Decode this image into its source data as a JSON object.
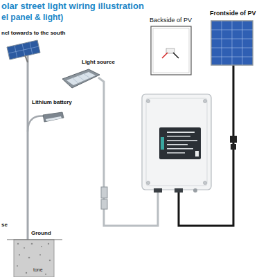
{
  "diagram": {
    "title": "olar street light wiring illustration",
    "labels": [
      "el panel & light)",
      "Backside of PV",
      "Frontside of PV",
      "nel towards to the south",
      "Light source",
      "Lithium battery",
      "Ground",
      "se",
      "tone"
    ]
  }
}
